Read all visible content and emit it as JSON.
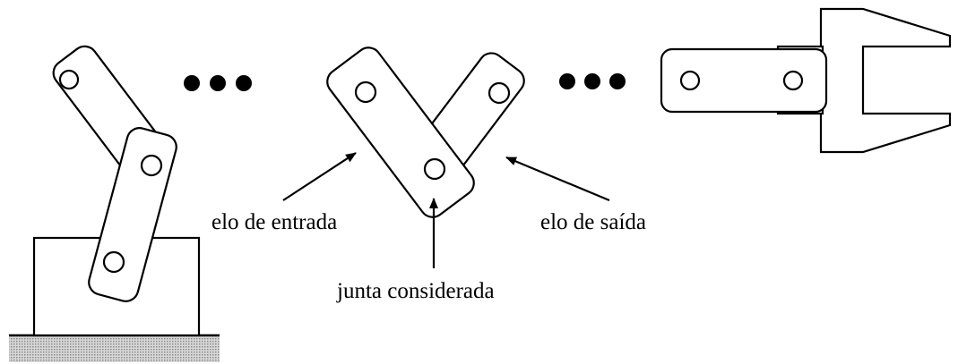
{
  "labels": {
    "input_link": "elo de entrada",
    "output_link": "elo de saída",
    "joint": "junta considerada"
  },
  "colors": {
    "stroke": "#000000",
    "fill": "#ffffff",
    "ground_hatch": "#aaaaaa"
  }
}
